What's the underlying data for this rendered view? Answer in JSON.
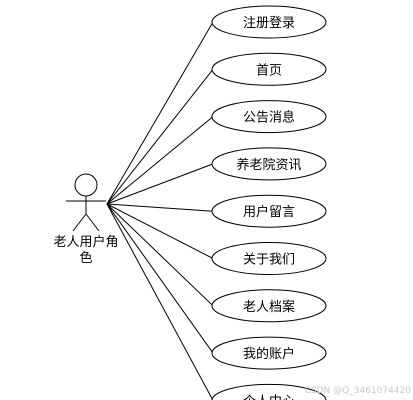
{
  "actor": {
    "label_line1": "老人用户角",
    "label_line2": "色"
  },
  "use_cases": [
    {
      "label": "注册登录"
    },
    {
      "label": "首页"
    },
    {
      "label": "公告消息"
    },
    {
      "label": "养老院资讯"
    },
    {
      "label": "用户留言"
    },
    {
      "label": "关于我们"
    },
    {
      "label": "老人档案"
    },
    {
      "label": "我的账户"
    },
    {
      "label": "个人中心"
    }
  ],
  "watermark": "CSDN @Q_3461074420",
  "colors": {
    "stroke": "#000000",
    "fill": "#ffffff",
    "watermark": "#c8c8c8"
  }
}
